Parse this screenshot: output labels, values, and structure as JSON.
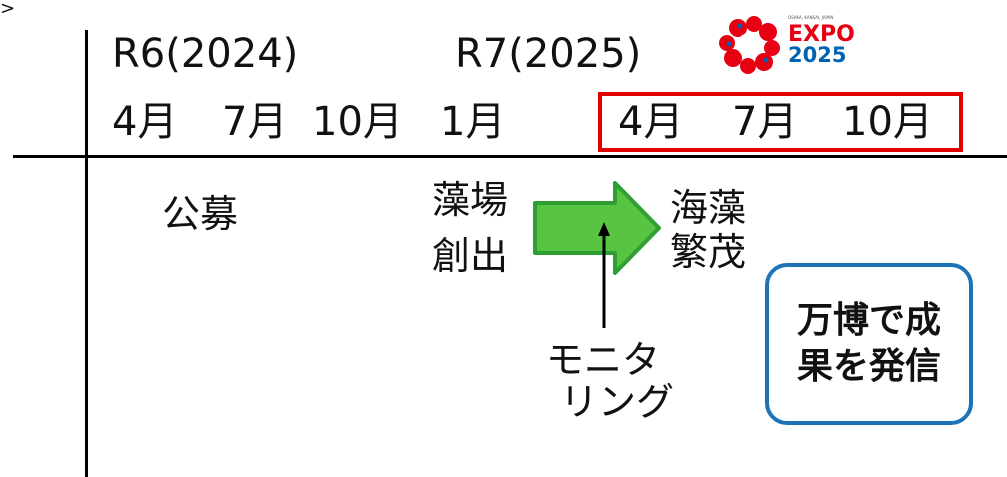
{
  "corner_mark": ">",
  "timeline": {
    "years": [
      "R6(2024)",
      "R7(2025)"
    ],
    "months": [
      "4月",
      "7月",
      "10月",
      "1月",
      "4月",
      "7月",
      "10月"
    ]
  },
  "expo_logo": {
    "small_text": "OSAKA, KANSAI, JAPAN",
    "title": "EXPO",
    "year": "2025"
  },
  "events": {
    "koubo": "公募",
    "mobajo": [
      "藻場",
      "創出"
    ],
    "kaisou": [
      "海藻",
      "繁茂"
    ],
    "monitoring": [
      "モニタ",
      "リング"
    ]
  },
  "callout": [
    "万博で成",
    "果を発信"
  ],
  "colors": {
    "highlight_border": "#e00000",
    "arrow_fill": "#58c442",
    "arrow_stroke": "#2f9e33",
    "callout_border": "#1b73b8",
    "expo_red": "#e60012",
    "expo_blue": "#0063b1"
  }
}
